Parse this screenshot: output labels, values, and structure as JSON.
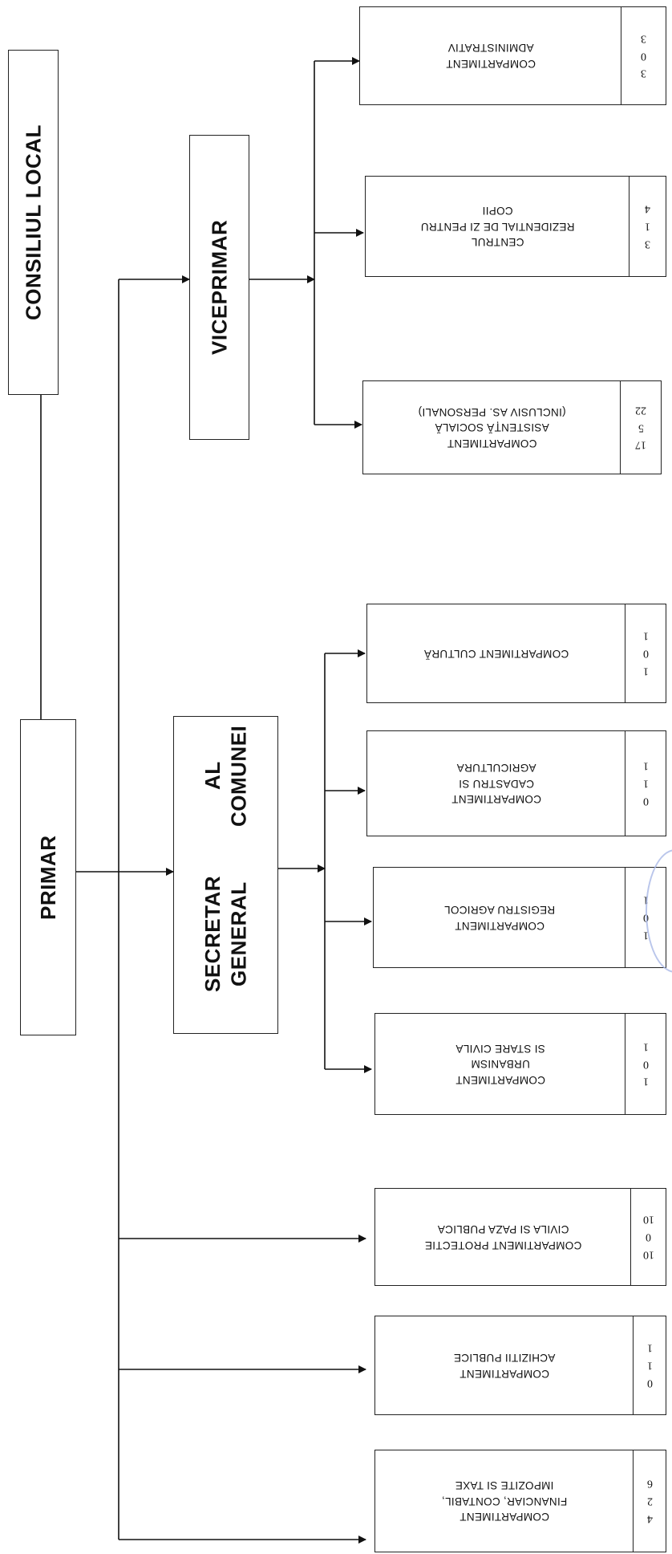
{
  "org_chart": {
    "consiliu": "CONSILIUL LOCAL",
    "primar": "PRIMAR",
    "viceprimar": "VICEPRIMAR",
    "secretar": {
      "line1": "SECRETAR GENERAL",
      "line2": "AL COMUNEI"
    },
    "departments": [
      {
        "lines": [
          "COMPARTIMENT",
          "ADMINISTRATIV"
        ],
        "nums": [
          "3",
          "0",
          "3"
        ]
      },
      {
        "lines": [
          "CENTRUL",
          "REZIDENTIAL DE ZI PENTRU",
          "COPII"
        ],
        "nums": [
          "4",
          "1",
          "3"
        ]
      },
      {
        "lines": [
          "COMPARTIMENT",
          "ASISTENȚĂ SOCIALĂ",
          "(INCLUSIV AS. PERSONALI)"
        ],
        "nums": [
          "22",
          "5",
          "17"
        ]
      },
      {
        "lines": [
          "COMPARTIMENT  CULTURĂ"
        ],
        "nums": [
          "1",
          "0",
          "1"
        ]
      },
      {
        "lines": [
          "COMPARTIMENT",
          "CADASTRU SI",
          "AGRICULTURA"
        ],
        "nums": [
          "1",
          "1",
          "0"
        ]
      },
      {
        "lines": [
          "COMPARTIMENT",
          "REGISTRU AGRICOL"
        ],
        "nums": [
          "1",
          "0",
          "1"
        ]
      },
      {
        "lines": [
          "COMPARTIMENT",
          "URBANISM",
          "SI STARE CIVILA"
        ],
        "nums": [
          "1",
          "0",
          "1"
        ]
      },
      {
        "lines": [
          "COMPARTIMENT  PROTECTIE",
          "CIVILA  SI PAZA PUBLICA"
        ],
        "nums": [
          "10",
          "0",
          "10"
        ]
      },
      {
        "lines": [
          "COMPARTIMENT",
          "ACHIZITII PUBLICE"
        ],
        "nums": [
          "1",
          "1",
          "0"
        ]
      },
      {
        "lines": [
          "COMPARTIMENT",
          "FINANCIAR, CONTABIL,",
          "IMPOZITE SI TAXE"
        ],
        "nums": [
          "6",
          "2",
          "4"
        ]
      }
    ]
  }
}
